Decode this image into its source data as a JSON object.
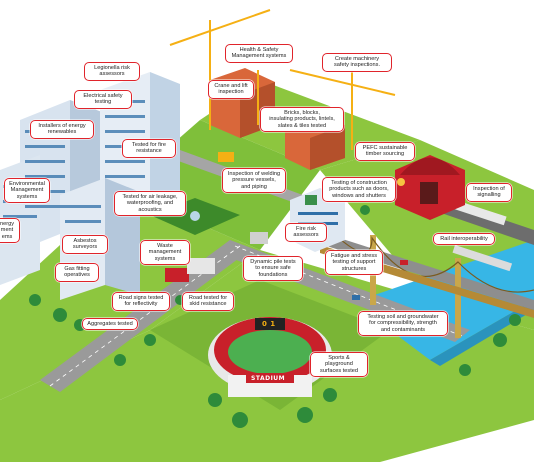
{
  "stadium": {
    "sign": "STADIUM",
    "score": "0 1"
  },
  "colors": {
    "callout_border": "#e0242b",
    "grass": "#8dc63f",
    "road": "#9a9a9a",
    "water": "#37b6e6",
    "crane": "#f5b014",
    "stadium_red": "#c8202a"
  },
  "callouts": {
    "legionella": "Legionella risk\nassessors",
    "electrical": "Electrical safety\ntesting",
    "energy_installers": "Installers of energy\nrenewables",
    "fire_resistance": "Tested for fire\nresistance",
    "env_mgmt": "Environmental\nManagement\nsystems",
    "energy_left": "nergy\nment\nems",
    "air_leakage": "Tested for air leakage,\nwaterproofing, and\nacoustics",
    "asbestos": "Asbestos\nsurveyors",
    "waste": "Waste\nmanagement\nsystems",
    "gas": "Gas fitting\noperatives",
    "road_signs": "Road signs tested\nfor reflectivity",
    "road_skid": "Road tested for\nskid resistance",
    "aggregates": "Aggregates tested",
    "hs_mgmt": "Health & Safety\nManagement systems",
    "crane_lift": "Crane and lift\ninspection",
    "bricks": "Bricks, blocks,\ninsulating products, lintels,\nslates & tiles tested",
    "machinery": "Create machinery\nsafety inspections.",
    "pefc": "PEFC sustainable\ntimber sourcing",
    "welding": "Inspection of welding\npressure vessels,\nand piping",
    "construction_products": "Testing of construction\nproducts such as doors,\nwindows and shutters",
    "signalling": "Inspection of\nsignalling",
    "fire_risk": "Fire risk\nassessors",
    "rail": "Rail interoperability",
    "fatigue": "Fatigue and stress\ntesting of support\nstructures",
    "pile": "Dynamic pile tests\nto ensure safe\nfoundations",
    "soil": "Testing soil and groundwater\nfor compressibility, strength\nand contaminants",
    "sports": "Sports & playground\nsurfaces tested"
  }
}
